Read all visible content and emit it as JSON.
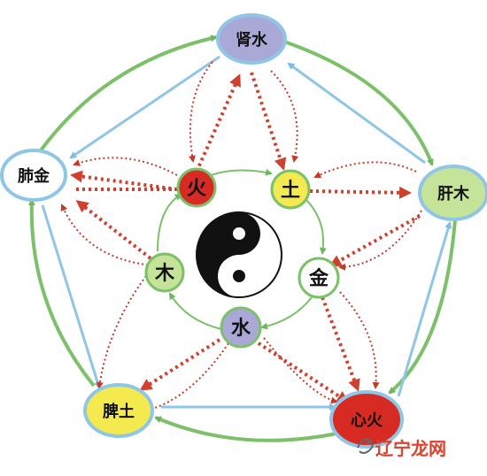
{
  "colors": {
    "green": "#7cc06a",
    "blue": "#8fc6e6",
    "red_dotted": "#d0402f",
    "fill_blue": "#a9a8d6",
    "fill_green": "#c6e39a",
    "fill_yellow": "#f4ea50",
    "fill_red": "#d62a22",
    "fill_white": "#ffffff",
    "inner_yellow": "#f3ea52",
    "watermark_red": "#d9432f",
    "watermark_gray": "#666666"
  },
  "outer_nodes": {
    "top": {
      "label": "肾水"
    },
    "right": {
      "label": "肝木"
    },
    "bottom_right": {
      "label": "心火"
    },
    "bottom_left": {
      "label": "脾土"
    },
    "left": {
      "label": "肺金"
    }
  },
  "inner_nodes": {
    "fire": {
      "label": "火"
    },
    "earth": {
      "label": "土"
    },
    "metal": {
      "label": "金"
    },
    "water": {
      "label": "水"
    },
    "wood": {
      "label": "木"
    }
  },
  "center_icon": "yin-yang-icon",
  "watermark": {
    "brand": "辽宁龙网",
    "icon": "dragon-logo"
  }
}
